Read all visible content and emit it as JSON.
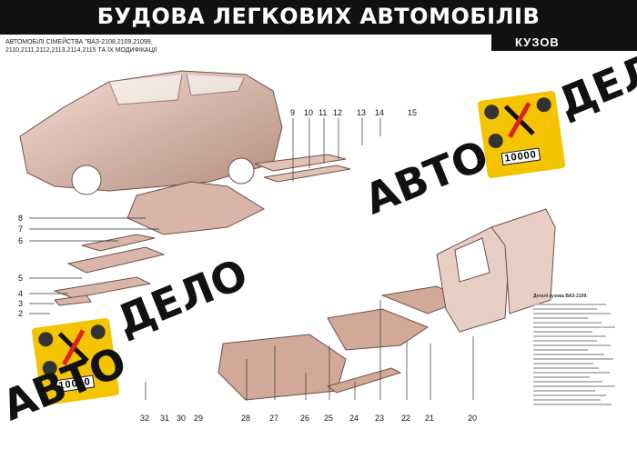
{
  "header": {
    "title": "БУДОВА ЛЕГКОВИХ АВТОМОБІЛІВ",
    "subtitle_line1": "АВТОМОБІЛІ СІМЕЙСТВА \"ВАЗ-2108,2109,21099,",
    "subtitle_line2": "2110,2111,2112,2113,2114,2115 ТА ЇХ МОДИФІКАЦІЇ",
    "section": "КУЗОВ"
  },
  "watermark": {
    "word1": "АВТО",
    "word2": "ДЕЛО",
    "word3": "ДЕЛО",
    "word4": "АВТО",
    "badge_digits": "10000",
    "badge_color": "#f5c400"
  },
  "callouts": {
    "top": [
      "9",
      "10",
      "11",
      "12",
      "13",
      "14",
      "15"
    ],
    "left": [
      "8",
      "7",
      "6",
      "5",
      "4",
      "3",
      "2"
    ],
    "bottom": [
      "32",
      "31",
      "30",
      "29",
      "28",
      "27",
      "26",
      "25",
      "24",
      "23",
      "22",
      "21",
      "20"
    ]
  },
  "legend": {
    "title": "Деталі кузова ВАЗ-2109:"
  }
}
